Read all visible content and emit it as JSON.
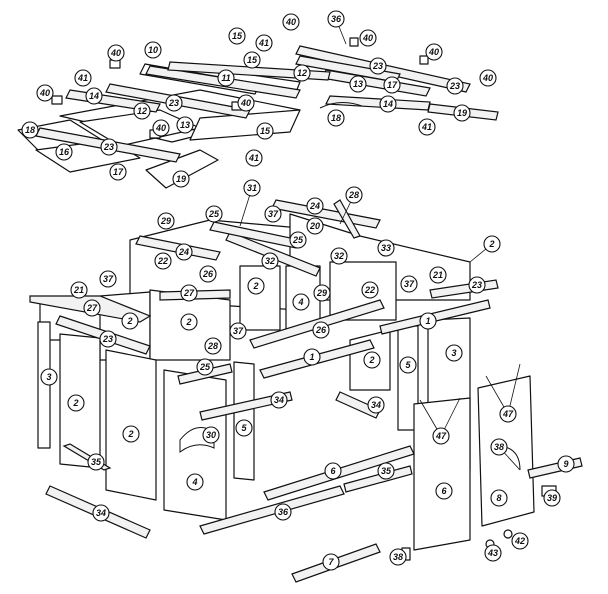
{
  "diagram": {
    "callouts": [
      {
        "id": "c36",
        "label": "36"
      },
      {
        "id": "c40a",
        "label": "40"
      },
      {
        "id": "c40b",
        "label": "40"
      },
      {
        "id": "c15a",
        "label": "15"
      },
      {
        "id": "c41a",
        "label": "41"
      },
      {
        "id": "c40c",
        "label": "40"
      },
      {
        "id": "c40d",
        "label": "40"
      },
      {
        "id": "c10",
        "label": "10"
      },
      {
        "id": "c15b",
        "label": "15"
      },
      {
        "id": "c12a",
        "label": "12"
      },
      {
        "id": "c23a",
        "label": "23"
      },
      {
        "id": "c23b",
        "label": "23"
      },
      {
        "id": "c40e",
        "label": "40"
      },
      {
        "id": "c41b",
        "label": "41"
      },
      {
        "id": "c11",
        "label": "11"
      },
      {
        "id": "c13a",
        "label": "13"
      },
      {
        "id": "c17a",
        "label": "17"
      },
      {
        "id": "c14a",
        "label": "14"
      },
      {
        "id": "c40f",
        "label": "40"
      },
      {
        "id": "c14b",
        "label": "14"
      },
      {
        "id": "c12b",
        "label": "12"
      },
      {
        "id": "c23c",
        "label": "23"
      },
      {
        "id": "c40g",
        "label": "40"
      },
      {
        "id": "c19a",
        "label": "19"
      },
      {
        "id": "c18a",
        "label": "18"
      },
      {
        "id": "c41c",
        "label": "41"
      },
      {
        "id": "c40h",
        "label": "40"
      },
      {
        "id": "c13b",
        "label": "13"
      },
      {
        "id": "c15c",
        "label": "15"
      },
      {
        "id": "c18b",
        "label": "18"
      },
      {
        "id": "c23d",
        "label": "23"
      },
      {
        "id": "c16",
        "label": "16"
      },
      {
        "id": "c17b",
        "label": "17"
      },
      {
        "id": "c41d",
        "label": "41"
      },
      {
        "id": "c19b",
        "label": "19"
      },
      {
        "id": "c31",
        "label": "31"
      },
      {
        "id": "c24",
        "label": "24"
      },
      {
        "id": "c28",
        "label": "28"
      },
      {
        "id": "c25a",
        "label": "25"
      },
      {
        "id": "c37a",
        "label": "37"
      },
      {
        "id": "c29a",
        "label": "29"
      },
      {
        "id": "c20",
        "label": "20"
      },
      {
        "id": "c2a",
        "label": "2"
      },
      {
        "id": "c25b",
        "label": "25"
      },
      {
        "id": "c24b",
        "label": "24"
      },
      {
        "id": "c22a",
        "label": "22"
      },
      {
        "id": "c32a",
        "label": "32"
      },
      {
        "id": "c32b",
        "label": "32"
      },
      {
        "id": "c33",
        "label": "33"
      },
      {
        "id": "c21a",
        "label": "21"
      },
      {
        "id": "c37b",
        "label": "37"
      },
      {
        "id": "c26a",
        "label": "26"
      },
      {
        "id": "c29b",
        "label": "29"
      },
      {
        "id": "c2b",
        "label": "2"
      },
      {
        "id": "c4a",
        "label": "4"
      },
      {
        "id": "c22b",
        "label": "22"
      },
      {
        "id": "c37c",
        "label": "37"
      },
      {
        "id": "c21b",
        "label": "21"
      },
      {
        "id": "c27a",
        "label": "27"
      },
      {
        "id": "c27b",
        "label": "27"
      },
      {
        "id": "c23e",
        "label": "23"
      },
      {
        "id": "c23f",
        "label": "23"
      },
      {
        "id": "c2c",
        "label": "2"
      },
      {
        "id": "c2d",
        "label": "2"
      },
      {
        "id": "c37d",
        "label": "37"
      },
      {
        "id": "c26b",
        "label": "26"
      },
      {
        "id": "c1a",
        "label": "1"
      },
      {
        "id": "c28b",
        "label": "28"
      },
      {
        "id": "c1b",
        "label": "1"
      },
      {
        "id": "c2e",
        "label": "2"
      },
      {
        "id": "c5a",
        "label": "5"
      },
      {
        "id": "c3a",
        "label": "3"
      },
      {
        "id": "c3b",
        "label": "3"
      },
      {
        "id": "c25c",
        "label": "25"
      },
      {
        "id": "c2f",
        "label": "2"
      },
      {
        "id": "c2g",
        "label": "2"
      },
      {
        "id": "c34a",
        "label": "34"
      },
      {
        "id": "c34b",
        "label": "34"
      },
      {
        "id": "c30",
        "label": "30"
      },
      {
        "id": "c5b",
        "label": "5"
      },
      {
        "id": "c47a",
        "label": "47"
      },
      {
        "id": "c47b",
        "label": "47"
      },
      {
        "id": "c35a",
        "label": "35"
      },
      {
        "id": "c38a",
        "label": "38"
      },
      {
        "id": "c4b",
        "label": "4"
      },
      {
        "id": "c6a",
        "label": "6"
      },
      {
        "id": "c35b",
        "label": "35"
      },
      {
        "id": "c8",
        "label": "8"
      },
      {
        "id": "c9",
        "label": "9"
      },
      {
        "id": "c6b",
        "label": "6"
      },
      {
        "id": "c39",
        "label": "39"
      },
      {
        "id": "c34c",
        "label": "34"
      },
      {
        "id": "c36b",
        "label": "36"
      },
      {
        "id": "c42",
        "label": "42"
      },
      {
        "id": "c43",
        "label": "43"
      },
      {
        "id": "c38b",
        "label": "38"
      },
      {
        "id": "c7",
        "label": "7"
      }
    ]
  }
}
